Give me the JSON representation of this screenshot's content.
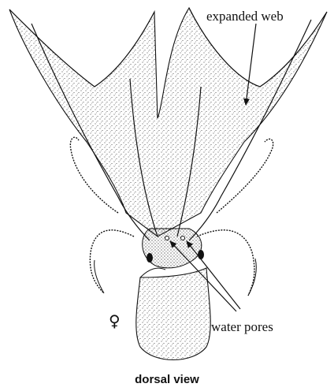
{
  "labels": {
    "expanded_web": "expanded web",
    "water_pores": "water pores",
    "sex_symbol": "♀",
    "view": "dorsal view"
  },
  "colors": {
    "ink": "#111111",
    "paper": "#ffffff"
  }
}
